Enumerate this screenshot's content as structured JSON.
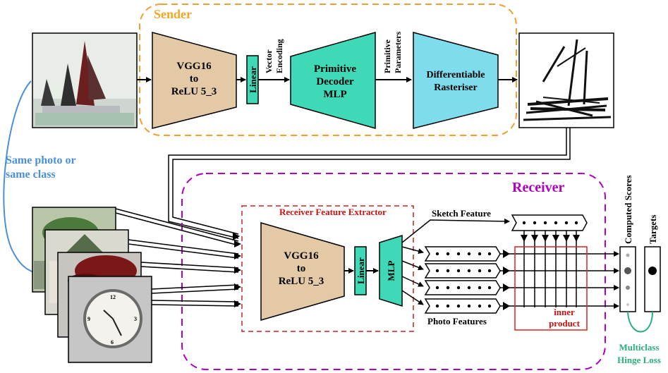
{
  "sender": {
    "title": "Sender",
    "title_color": "#f5a623",
    "box_color": "#f0a030",
    "vgg": [
      "VGG16",
      "to",
      "ReLU 5_3"
    ],
    "linear": "Linear",
    "vector_encoding": [
      "Vector",
      "Encoding"
    ],
    "decoder": [
      "Primitive",
      "Decoder",
      "MLP"
    ],
    "primitive_parameters": [
      "Primitive",
      "Parameters"
    ],
    "rasteriser": [
      "Differentiable",
      "Rasteriser"
    ]
  },
  "left_note": [
    "Same photo or",
    "same class"
  ],
  "left_note_color": "#4a90d9",
  "receiver": {
    "title": "Receiver",
    "title_color": "#b000c0",
    "extractor_title": "Receiver Feature Extractor",
    "extractor_color": "#d01010",
    "vgg": [
      "VGG16",
      "to",
      "ReLU 5_3"
    ],
    "linear": "Linear",
    "mlp": "MLP",
    "sketch_feature": "Sketch Feature",
    "photo_features": "Photo Features",
    "inner_product": [
      "inner",
      "product"
    ],
    "computed_scores": "Computed Scores",
    "targets": "Targets",
    "loss": [
      "Multiclass",
      "Hinge Loss"
    ],
    "loss_color": "#2ab07a"
  },
  "images": {
    "input_photo": "sailboat-photo",
    "sketch": "sailboat-sketch",
    "photo_stack": [
      "tree-photo",
      "flower-photo",
      "hat-photo",
      "watch-photo"
    ]
  },
  "colors": {
    "vgg_fill": "#e3c9a6",
    "teal_fill": "#3fd9b7",
    "raster_fill": "#7fdcec",
    "dashed_red": "#cc2222"
  }
}
